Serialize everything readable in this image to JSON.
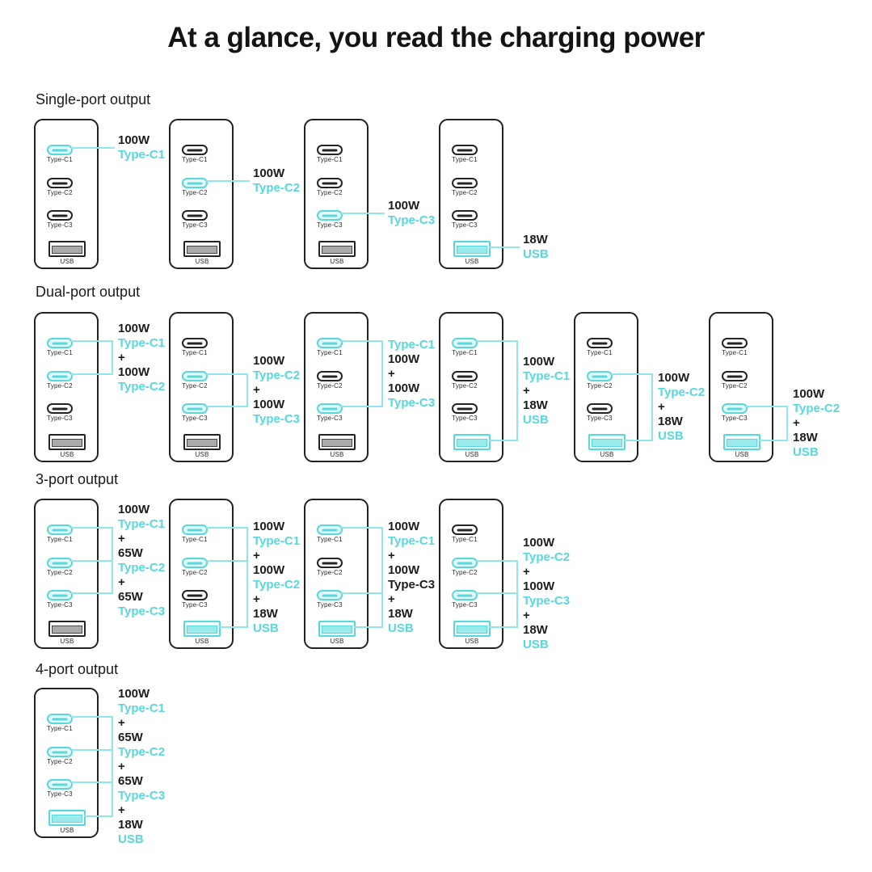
{
  "title": "At a glance, you read the charging power",
  "accent_color": "#56d8dc",
  "port_labels": {
    "c1": "Type-C1",
    "c2": "Type-C2",
    "c3": "Type-C3",
    "usb": "USB"
  },
  "sections": [
    {
      "heading": "Single-port output",
      "chargers": [
        {
          "highlight": [
            "c1"
          ],
          "annotation": [
            [
              "100W",
              "k"
            ],
            [
              "Type-C1",
              "a"
            ]
          ]
        },
        {
          "highlight": [
            "c2"
          ],
          "annotation": [
            [
              "100W",
              "k"
            ],
            [
              "Type-C2",
              "a"
            ]
          ]
        },
        {
          "highlight": [
            "c3"
          ],
          "annotation": [
            [
              "100W",
              "k"
            ],
            [
              "Type-C3",
              "a"
            ]
          ]
        },
        {
          "highlight": [
            "usb"
          ],
          "annotation": [
            [
              "18W",
              "k"
            ],
            [
              "USB",
              "a"
            ]
          ]
        }
      ]
    },
    {
      "heading": "Dual-port output",
      "chargers": [
        {
          "highlight": [
            "c1",
            "c2"
          ],
          "annotation": [
            [
              "100W",
              "k"
            ],
            [
              "Type-C1",
              "a"
            ],
            [
              "+",
              "k"
            ],
            [
              "100W",
              "k"
            ],
            [
              "Type-C2",
              "a"
            ]
          ]
        },
        {
          "highlight": [
            "c2",
            "c3"
          ],
          "annotation": [
            [
              "100W",
              "k"
            ],
            [
              "Type-C2",
              "a"
            ],
            [
              "+",
              "k"
            ],
            [
              "100W",
              "k"
            ],
            [
              "Type-C3",
              "a"
            ]
          ]
        },
        {
          "highlight": [
            "c1",
            "c3"
          ],
          "annotation": [
            [
              "Type-C1",
              "a"
            ],
            [
              "100W",
              "k"
            ],
            [
              "+",
              "k"
            ],
            [
              "100W",
              "k"
            ],
            [
              "Type-C3",
              "a"
            ]
          ]
        },
        {
          "highlight": [
            "c1",
            "usb"
          ],
          "annotation": [
            [
              "100W",
              "k"
            ],
            [
              "Type-C1",
              "a"
            ],
            [
              "+",
              "k"
            ],
            [
              "18W",
              "k"
            ],
            [
              "USB",
              "a"
            ]
          ]
        },
        {
          "highlight": [
            "c2",
            "usb"
          ],
          "annotation": [
            [
              "100W",
              "k"
            ],
            [
              "Type-C2",
              "a"
            ],
            [
              "+",
              "k"
            ],
            [
              "18W",
              "k"
            ],
            [
              "USB",
              "a"
            ]
          ]
        },
        {
          "highlight": [
            "c3",
            "usb"
          ],
          "annotation": [
            [
              "100W",
              "k"
            ],
            [
              "Type-C2",
              "a"
            ],
            [
              "+",
              "k"
            ],
            [
              "18W",
              "k"
            ],
            [
              "USB",
              "a"
            ]
          ]
        }
      ]
    },
    {
      "heading": "3-port output",
      "chargers": [
        {
          "highlight": [
            "c1",
            "c2",
            "c3"
          ],
          "annotation": [
            [
              "100W",
              "k"
            ],
            [
              "Type-C1",
              "a"
            ],
            [
              "+",
              "k"
            ],
            [
              "65W",
              "k"
            ],
            [
              "Type-C2",
              "a"
            ],
            [
              "+",
              "k"
            ],
            [
              "65W",
              "k"
            ],
            [
              "Type-C3",
              "a"
            ]
          ]
        },
        {
          "highlight": [
            "c1",
            "c2",
            "usb"
          ],
          "annotation": [
            [
              "100W",
              "k"
            ],
            [
              "Type-C1",
              "a"
            ],
            [
              "+",
              "k"
            ],
            [
              "100W",
              "k"
            ],
            [
              "Type-C2",
              "a"
            ],
            [
              "+",
              "k"
            ],
            [
              "18W",
              "k"
            ],
            [
              "USB",
              "a"
            ]
          ]
        },
        {
          "highlight": [
            "c1",
            "c3",
            "usb"
          ],
          "annotation": [
            [
              "100W",
              "k"
            ],
            [
              "Type-C1",
              "a"
            ],
            [
              "+",
              "k"
            ],
            [
              "100W",
              "k"
            ],
            [
              "Type-C3",
              "k"
            ],
            [
              "+",
              "k"
            ],
            [
              "18W",
              "k"
            ],
            [
              "USB",
              "a"
            ]
          ]
        },
        {
          "highlight": [
            "c2",
            "c3",
            "usb"
          ],
          "annotation": [
            [
              "100W",
              "k"
            ],
            [
              "Type-C2",
              "a"
            ],
            [
              "+",
              "k"
            ],
            [
              "100W",
              "k"
            ],
            [
              "Type-C3",
              "a"
            ],
            [
              "+",
              "k"
            ],
            [
              "18W",
              "k"
            ],
            [
              "USB",
              "a"
            ]
          ]
        }
      ]
    },
    {
      "heading": "4-port output",
      "chargers": [
        {
          "highlight": [
            "c1",
            "c2",
            "c3",
            "usb"
          ],
          "annotation": [
            [
              "100W",
              "k"
            ],
            [
              "Type-C1",
              "a"
            ],
            [
              "+",
              "k"
            ],
            [
              "65W",
              "k"
            ],
            [
              "Type-C2",
              "a"
            ],
            [
              "+",
              "k"
            ],
            [
              "65W",
              "k"
            ],
            [
              "Type-C3",
              "a"
            ],
            [
              "+",
              "k"
            ],
            [
              "18W",
              "k"
            ],
            [
              "USB",
              "a"
            ]
          ]
        }
      ]
    }
  ]
}
